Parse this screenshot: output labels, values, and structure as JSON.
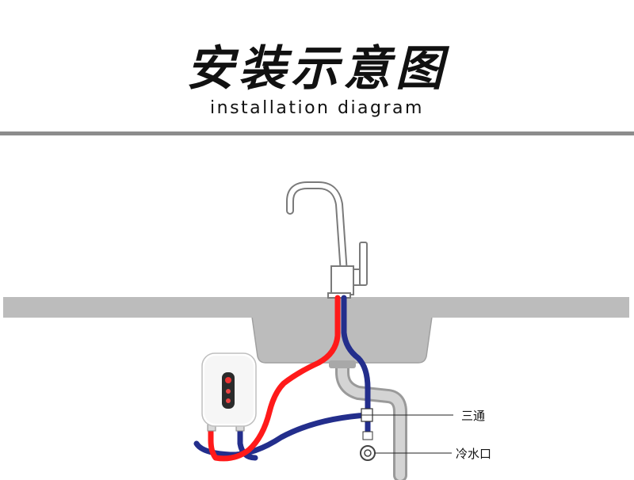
{
  "header": {
    "title_cn": "安装示意图",
    "title_en": "installation diagram"
  },
  "labels": {
    "tee": "三通",
    "cold_inlet": "冷水口"
  },
  "colors": {
    "hot_pipe": "#ff1a1a",
    "cold_pipe": "#232e8c",
    "counter": "#bcbcbc",
    "divider": "#8c8c8c"
  }
}
